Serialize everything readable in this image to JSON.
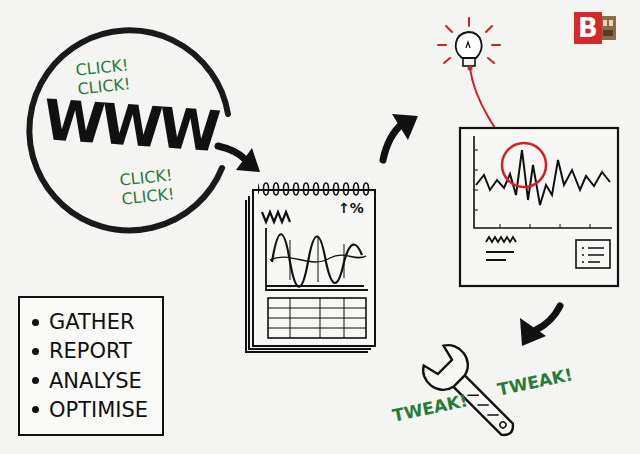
{
  "diagram": {
    "nodes": [
      {
        "text": [
          "CLICK! CLICK!",
          "WWW",
          "CLICK! CLICK!"
        ]
      },
      {
        "text": [
          "GATHER",
          "REPORT",
          "ANALYSE",
          "OPTIMISE"
        ]
      },
      {
        "text": [
          "B"
        ]
      }
    ],
    "labels": [
      "↑%",
      "TWEAK!",
      "TWEAK!"
    ]
  }
}
